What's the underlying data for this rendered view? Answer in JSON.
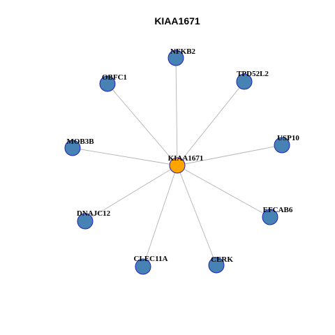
{
  "title": "KIAA1671",
  "colors": {
    "center_fill": "#FFA500",
    "neighbor_fill": "#4682B4",
    "node_stroke": "#1F1FBF",
    "edge": "#B3B3B3",
    "background": "#FFFFFF"
  },
  "graph": {
    "center": "KIAA1671",
    "neighbors": [
      "NFKB2",
      "TPD52L2",
      "USP10",
      "EFCAB6",
      "CERK",
      "CLEC11A",
      "DNAJC12",
      "MOB3B",
      "OBFC1"
    ]
  }
}
